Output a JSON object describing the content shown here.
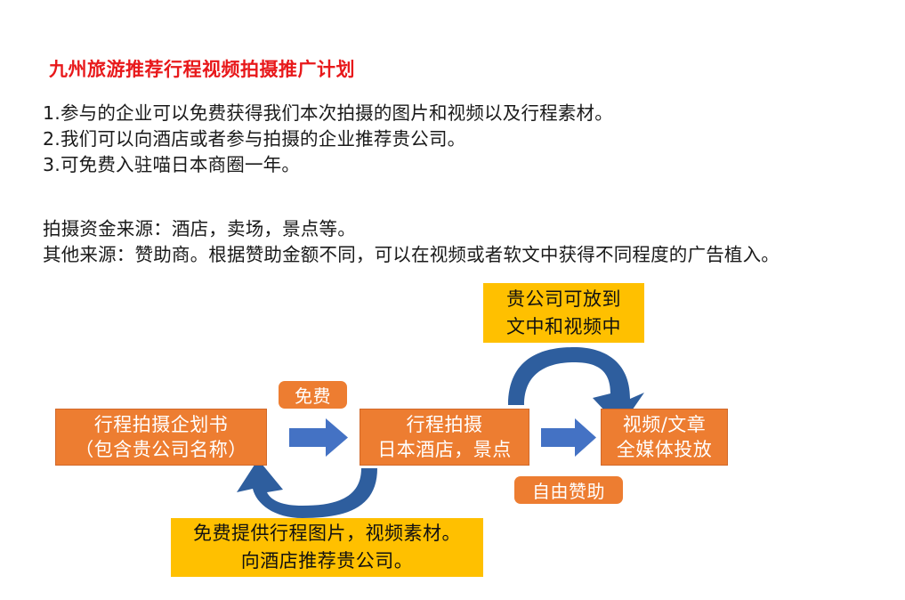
{
  "slide": {
    "title": "九州旅游推荐行程视频拍摄推广计划",
    "title_color": "#E8191B",
    "background": "#FFFFFF",
    "bullets": [
      "1.参与的企业可以免费获得我们本次拍摄的图片和视频以及行程素材。",
      "2.我们可以向酒店或者参与拍摄的企业推荐贵公司。",
      "3.可免费入驻喵日本商圈一年。"
    ],
    "funding": [
      "拍摄资金来源：酒店，卖场，景点等。",
      "其他来源：赞助商。根据赞助金额不同，可以在视频或者软文中获得不同程度的广告植入。"
    ]
  },
  "diagram": {
    "colors": {
      "box_fill": "#ED7D31",
      "box_border": "#D1692A",
      "note_fill": "#FFC000",
      "arrow_blue": "#4472C4",
      "arrow_blue_dark": "#2E5597",
      "box_text": "#FFFFFF",
      "note_text": "#111111"
    },
    "boxes": [
      {
        "id": "box-plan",
        "name": "行程拍摄企划书",
        "line1": "行程拍摄企划书",
        "line2": "（包含贵公司名称）"
      },
      {
        "id": "box-shoot",
        "name": "行程拍摄",
        "line1": "行程拍摄",
        "line2": "日本酒店，景点"
      },
      {
        "id": "box-publish",
        "name": "视频/文章全媒体投放",
        "line1": "视频/文章",
        "line2": "全媒体投放"
      }
    ],
    "notes": [
      {
        "id": "note-top",
        "line1": "贵公司可放到",
        "line2": "文中和视频中"
      },
      {
        "id": "note-bottom",
        "line1": "免费提供行程图片，视频素材。",
        "line2": "向酒店推荐贵公司。"
      }
    ],
    "pills": [
      {
        "id": "pill-free",
        "label": "免费"
      },
      {
        "id": "pill-sponsor",
        "label": "自由赞助"
      }
    ],
    "arrows": [
      {
        "name": "arrow-plan-to-shoot",
        "kind": "straight-right"
      },
      {
        "name": "arrow-shoot-to-publish",
        "kind": "straight-right"
      },
      {
        "name": "arrow-shoot-up-to-publish",
        "kind": "curved-over-right"
      },
      {
        "name": "arrow-shoot-back-to-plan",
        "kind": "curved-under-left"
      }
    ]
  }
}
